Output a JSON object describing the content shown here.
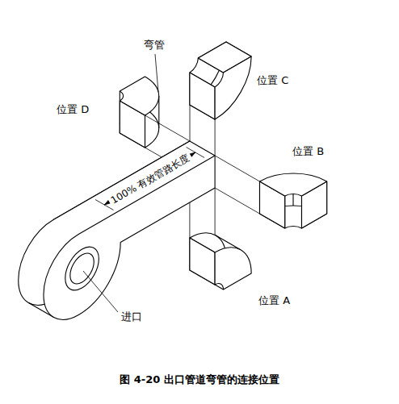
{
  "diagram": {
    "caption": "图 4-20 出口管道弯管的连接位置",
    "labels": [
      "位置 C",
      "弯管",
      "位置 D",
      "位置 B",
      "100% 有效管路长度",
      "进口",
      "位置 A"
    ]
  }
}
